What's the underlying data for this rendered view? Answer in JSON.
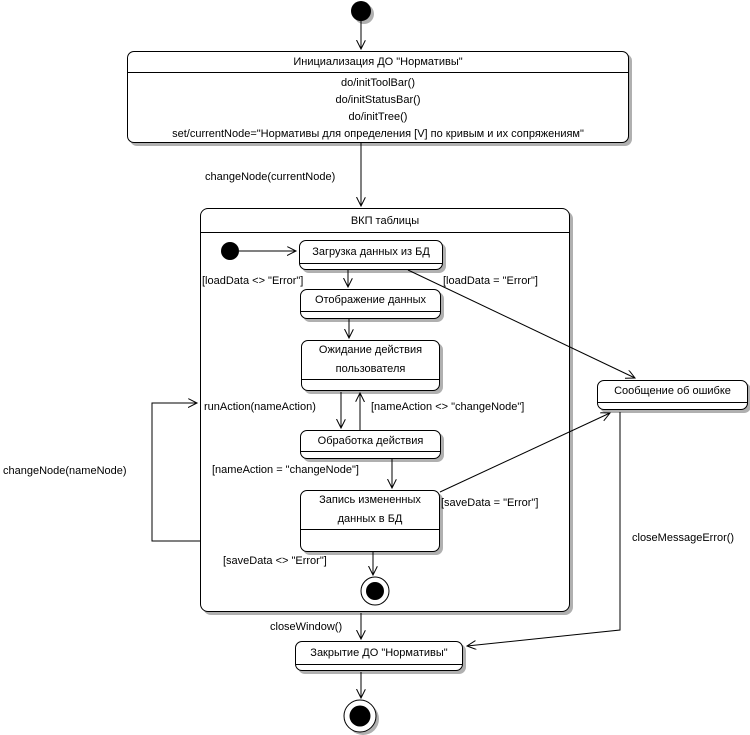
{
  "diagram": {
    "kind": "uml-statechart",
    "line_color": "#000000",
    "shadow_color": "#b0b0b0",
    "background_color": "#ffffff"
  },
  "states": {
    "init": {
      "title": "Инициализация ДО \"Нормативы\"",
      "actions": [
        "do/initToolBar()",
        "do/initStatusBar()",
        "do/initTree()",
        "set/currentNode=\"Нормативы для определения [V] по кривым и их сопряжениям\""
      ]
    },
    "composite": {
      "title": "ВКП таблицы"
    },
    "load": {
      "title": "Загрузка данных из БД"
    },
    "display": {
      "title": "Отображение данных"
    },
    "wait": {
      "title": "Ожидание действия пользователя"
    },
    "process": {
      "title": "Обработка действия"
    },
    "save": {
      "title": "Запись измененных данных в БД"
    },
    "error": {
      "title": "Сообщение об ошибке"
    },
    "close": {
      "title": "Закрытие ДО \"Нормативы\""
    }
  },
  "transitions": {
    "change_node_current": "changeNode(currentNode)",
    "load_ok": "[loadData <> \"Error\"]",
    "load_err": "[loadData = \"Error\"]",
    "run_action": "runAction(nameAction)",
    "action_not_change": "[nameAction <> \"changeNode\"]",
    "action_change": "[nameAction = \"changeNode\"]",
    "save_err": "[saveData = \"Error\"]",
    "save_ok": "[saveData <> \"Error\"]",
    "change_node_name": "changeNode(nameNode)",
    "close_window": "closeWindow()",
    "close_message_error": "closeMessageError()"
  }
}
